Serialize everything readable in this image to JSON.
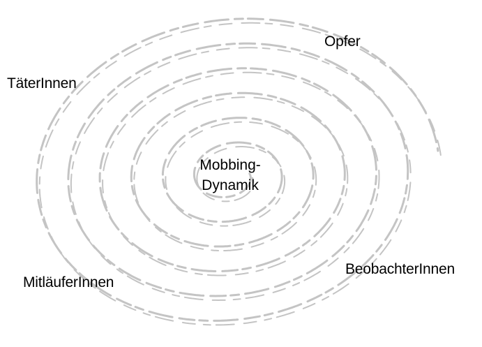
{
  "diagram": {
    "center": {
      "line1": "Mobbing-",
      "line2": "Dynamik"
    },
    "roles": {
      "opfer": "Opfer",
      "taeter": "TäterInnen",
      "beobachter": "BeobachterInnen",
      "mitlaeufer": "MitläuferInnen"
    }
  },
  "style": {
    "spiral_color": "#c4c4c4",
    "text_color": "#000000",
    "background": "#ffffff"
  }
}
